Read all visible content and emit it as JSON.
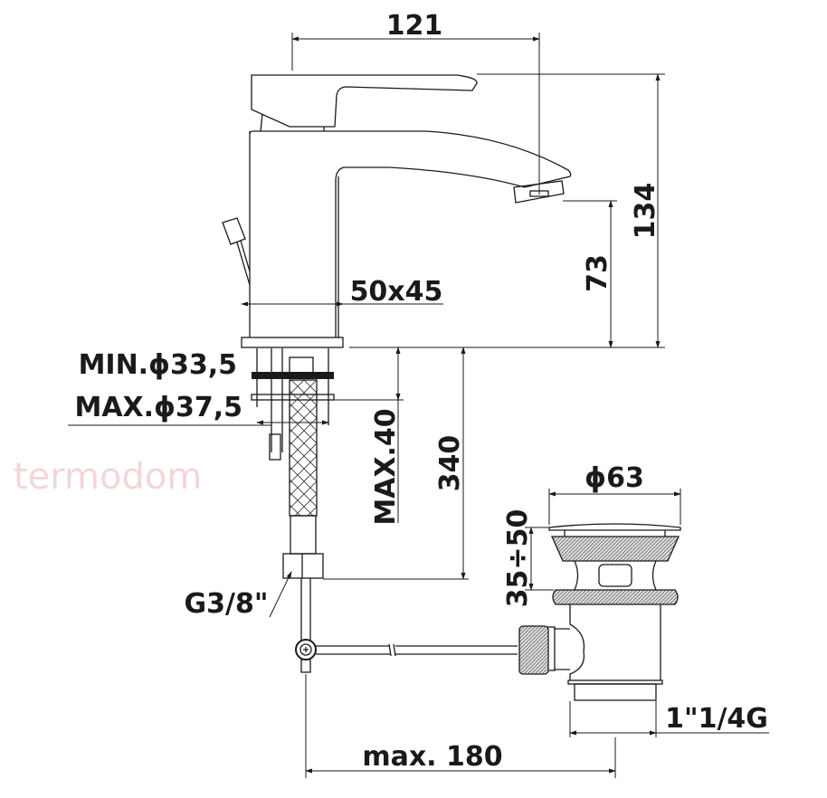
{
  "watermark": "termodom",
  "dimensions": {
    "width_top": "121",
    "height_total": "134",
    "spout_height": "73",
    "base_size": "50x45",
    "hole_min": "MIN.ϕ33,5",
    "hole_max": "MAX.ϕ37,5",
    "max_thickness": "MAX.40",
    "hose_length": "340",
    "connection": "G3/8\"",
    "drain_diameter": "ϕ63",
    "drain_range": "35÷50",
    "drain_thread": "1\"1/4G",
    "rod_length": "max. 180"
  }
}
